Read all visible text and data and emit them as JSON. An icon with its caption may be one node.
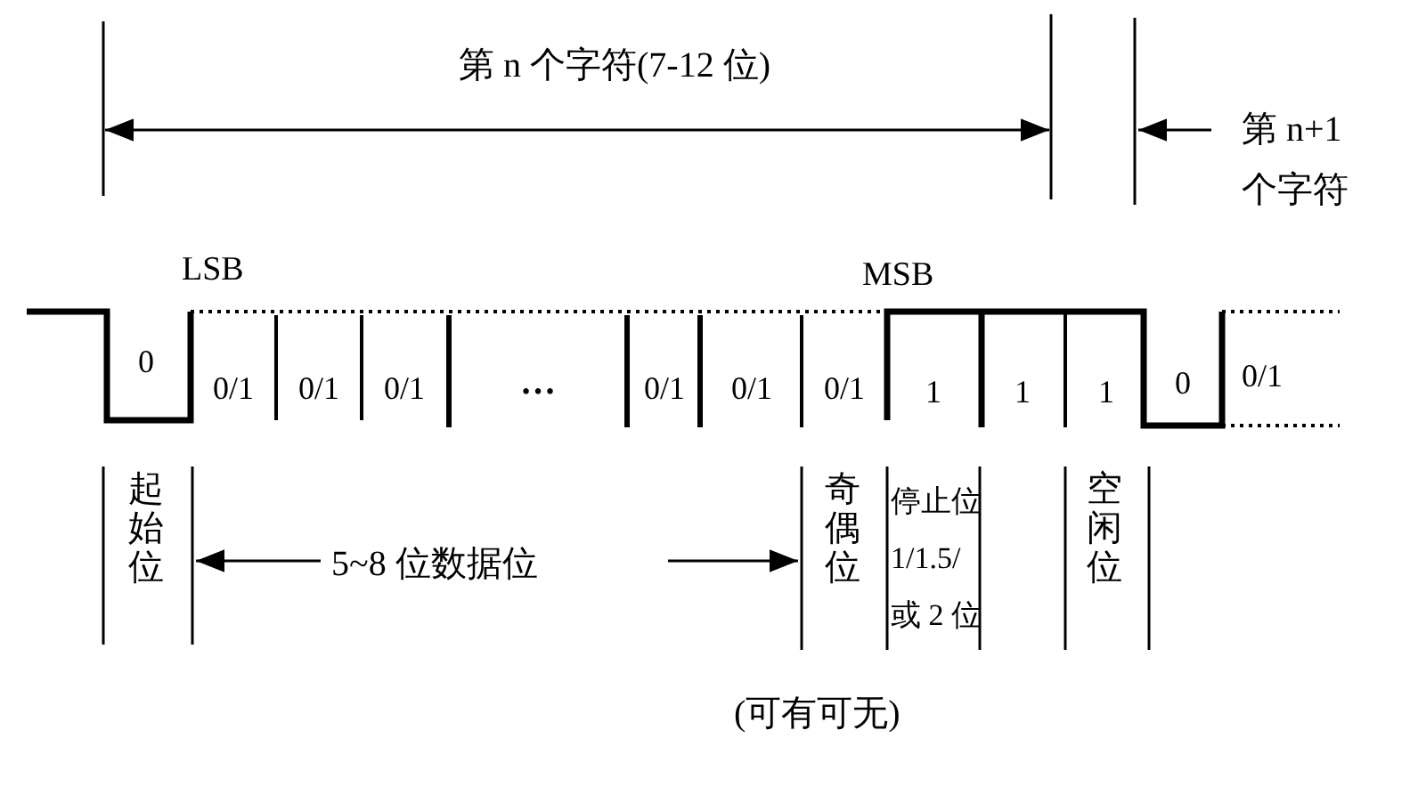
{
  "diagram": {
    "labels": [
      "第 n 个字符(7-12 位)",
      "第 n+1 个字符",
      "LSB",
      "MSB",
      "0",
      "0/1",
      "0/1",
      "0/1",
      "…",
      "0/1",
      "0/1",
      "0/1",
      "1",
      "1",
      "1",
      "0",
      "0/1",
      "起始位",
      "5~8 位数据位",
      "奇偶位",
      "停止位 1/1.5/或 2 位",
      "空闲位",
      "(可有可无)"
    ]
  }
}
